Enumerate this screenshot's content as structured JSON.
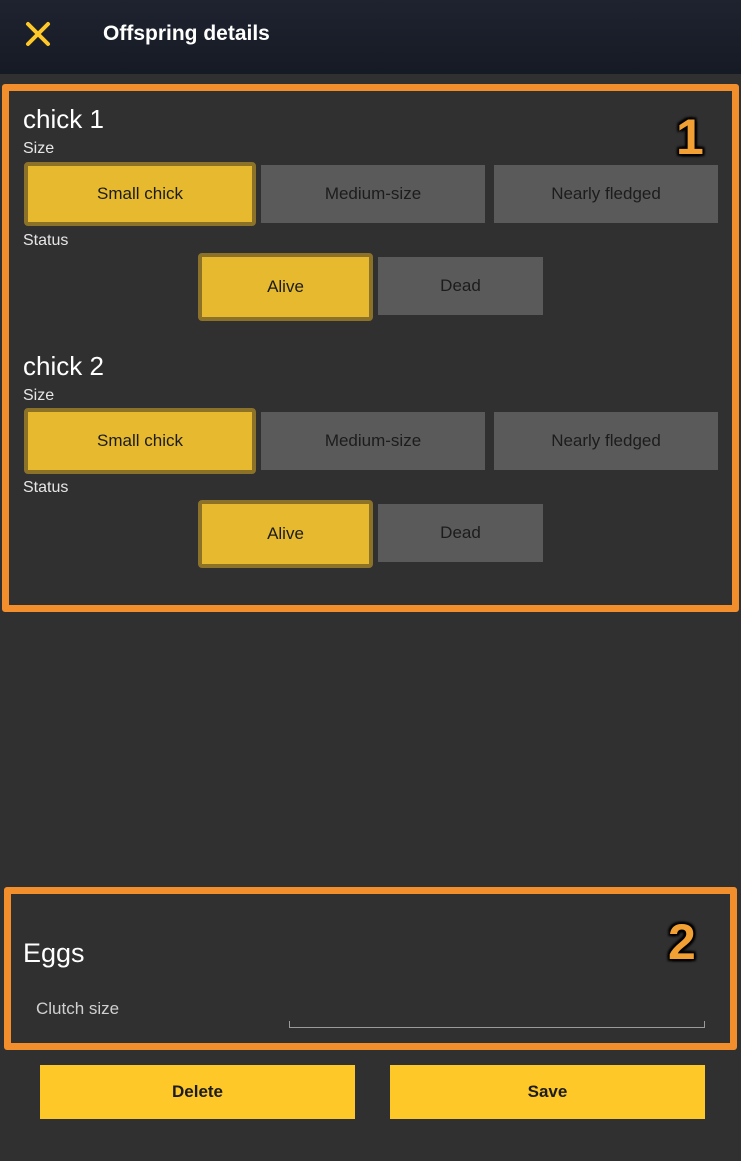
{
  "header": {
    "title": "Offspring details",
    "close_icon": "close-icon"
  },
  "colors": {
    "accent": "#fec829",
    "selected": "#e6b92e",
    "unselected": "#5a5a5a",
    "callout": "#f28e2b",
    "background": "#303030"
  },
  "callouts": [
    "1",
    "2"
  ],
  "chicks": [
    {
      "title": "chick 1",
      "size_label": "Size",
      "size_options": [
        "Small chick",
        "Medium-size",
        "Nearly fledged"
      ],
      "size_selected": "Small chick",
      "status_label": "Status",
      "status_options": [
        "Alive",
        "Dead"
      ],
      "status_selected": "Alive"
    },
    {
      "title": "chick 2",
      "size_label": "Size",
      "size_options": [
        "Small chick",
        "Medium-size",
        "Nearly fledged"
      ],
      "size_selected": "Small chick",
      "status_label": "Status",
      "status_options": [
        "Alive",
        "Dead"
      ],
      "status_selected": "Alive"
    }
  ],
  "eggs": {
    "title": "Eggs",
    "clutch_label": "Clutch size",
    "clutch_value": ""
  },
  "actions": {
    "delete_label": "Delete",
    "save_label": "Save"
  }
}
